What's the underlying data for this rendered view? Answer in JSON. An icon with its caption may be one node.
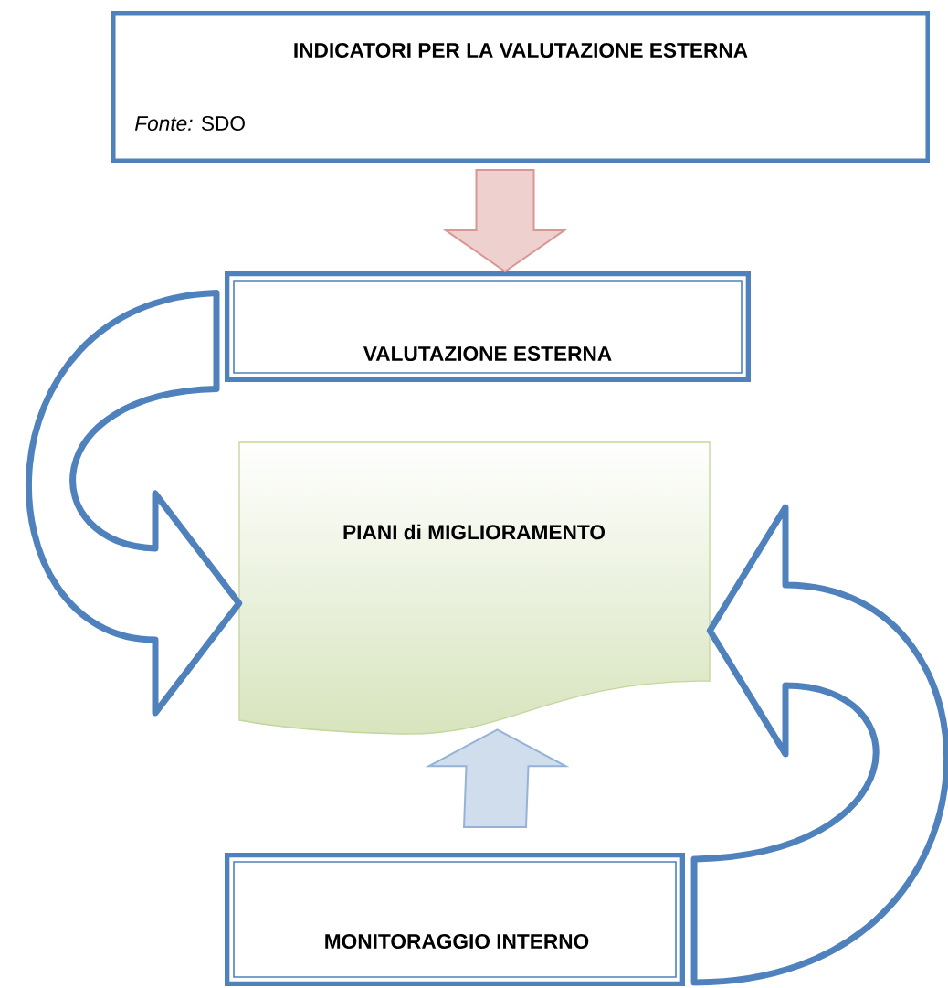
{
  "diagram": {
    "nodes": [
      {
        "text": [
          "INDICATORI PER LA VALUTAZIONE ESTERNA",
          "*Fonte:* SDO"
        ]
      },
      {
        "text": [
          "VALUTAZIONE ESTERNA"
        ]
      },
      {
        "text": [
          "PIANI di MIGLIORAMENTO"
        ]
      },
      {
        "text": [
          "MONITORAGGIO INTERNO"
        ]
      }
    ],
    "edges": [
      {
        "from": 0,
        "to": 1,
        "arrow": "to",
        "style": "thick",
        "color": "#d99694"
      },
      {
        "from": 1,
        "to": 2,
        "arrow": "to",
        "color": "#4f81bd"
      },
      {
        "from": 3,
        "to": 2,
        "arrow": "to",
        "style": "thick",
        "color": "#95b3d7"
      },
      {
        "from": 3,
        "to": 2,
        "arrow": "to",
        "color": "#4f81bd"
      }
    ]
  }
}
